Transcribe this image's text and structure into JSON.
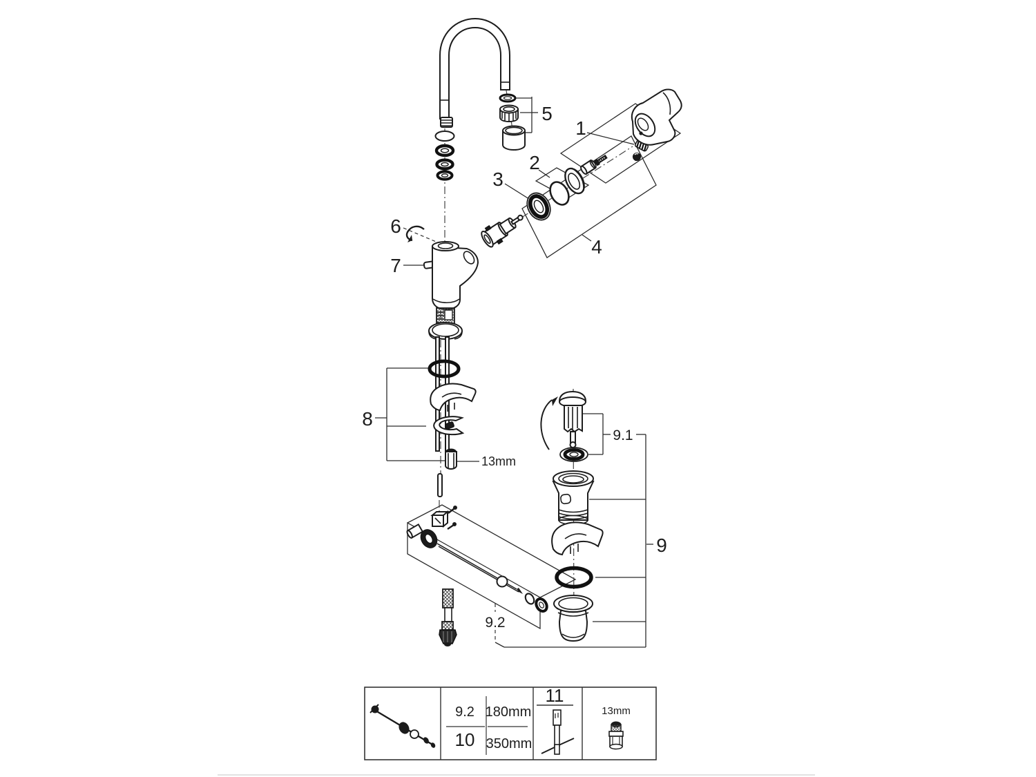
{
  "diagram": {
    "callouts": {
      "c1": "1",
      "c2": "2",
      "c3": "3",
      "c4": "4",
      "c5": "5",
      "c6": "6",
      "c7": "7",
      "c8": "8",
      "c9": "9",
      "c91": "9.1",
      "c92": "9.2",
      "nut_size_mid": "13mm"
    },
    "spec_table": {
      "row1_part": "9.2",
      "row1_length": "180mm",
      "row2_part": "10",
      "row2_length": "350mm",
      "tool_part": "11",
      "adapter_size": "13mm"
    }
  }
}
